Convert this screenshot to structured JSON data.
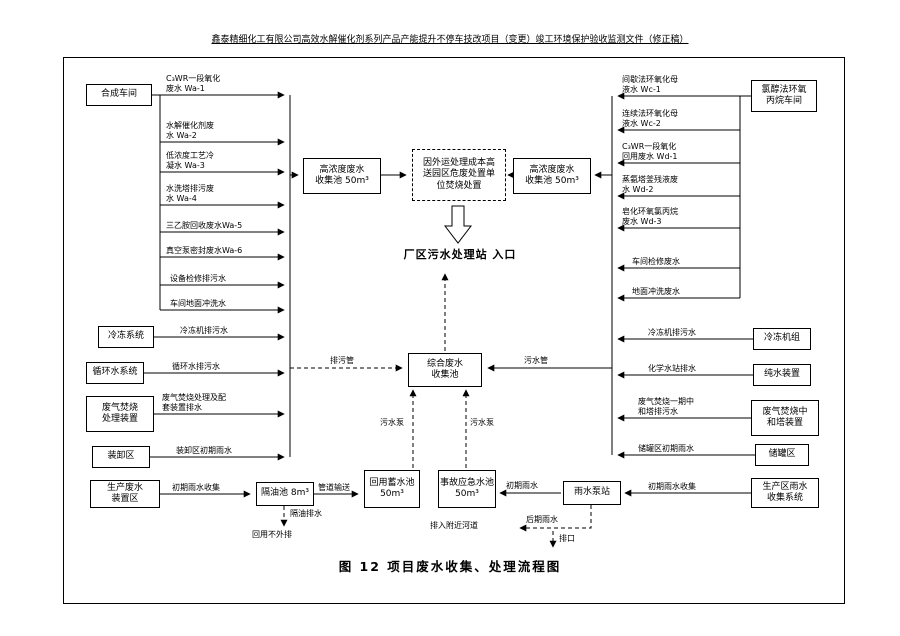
{
  "page": {
    "header": "鑫泰精细化工有限公司高效水解催化剂系列产品产能提升不停车技改项目（变更）竣工环境保护验收监测文件（修正稿）",
    "title": "图 12    项目废水收集、处理流程图",
    "entrance_label": "厂区污水处理站 入口"
  },
  "boxes": {
    "synthesis_workshop": "合成车间",
    "high_conc_pool_left": "高浓度废水\n收集池 50m³",
    "offsite_disposal_note": "因外运处理成本高\n送园区危废处置单\n位焚烧处置",
    "high_conc_pool_right": "高浓度废水\n收集池 50m³",
    "epoxy_workshop": "氯醇法环氧\n丙烷车间",
    "refrigeration_system": "冷冻系统",
    "circulating_water_system": "循环水系统",
    "flue_gas_incinerator": "废气焚烧\n处理装置",
    "loading_area": "装卸区",
    "production_area": "生产废水\n装置区",
    "oil_separator": "隔油池 8m³",
    "reuse_pool": "回用蓄水池\n50m³",
    "emergency_pool": "事故应急水池\n50m³",
    "comprehensive_pool": "综合废水\n收集池",
    "rain_pump_station": "雨水泵站",
    "rain_collection_system": "生产区雨水\n收集系统",
    "chiller_unit": "冷冻机组",
    "pure_water_unit": "纯水装置",
    "scrubber_tower_unit": "废气焚烧中\n和塔装置",
    "tank_farm": "储罐区"
  },
  "streams": {
    "left_top": [
      "C₃WR一段氧化\n废水 Wa-1",
      "水解催化剂废\n水 Wa-2",
      "低浓度工艺冷\n凝水 Wa-3",
      "水洗塔排污废\n水 Wa-4",
      "三乙胺回收废水Wa-5",
      "真空泵密封废水Wa-6",
      "设备检修排污水",
      "车间地面冲洗水"
    ],
    "right_top": [
      "间歇法环氧化母\n液水 Wc-1",
      "连续法环氧化母\n液水 Wc-2",
      "C₃WR一段氧化\n回用废水 Wd-1",
      "蒸氨塔釜残液废\n水 Wd-2",
      "皂化环氧氯丙烷\n废水 Wd-3",
      "车间检修废水",
      "地面冲洗废水"
    ],
    "mid_left": [
      "冷冻机排污水",
      "循环水排污水",
      "废气焚烧处理及配\n套装置排水",
      "装卸区初期雨水"
    ],
    "mid_right": [
      "冷冻机排污水",
      "化学水站排水",
      "废气焚烧一期中\n和塔排污水",
      "储罐区初期雨水"
    ],
    "bottom": {
      "initial_rain_collect_left": "初期雨水收集",
      "pipe_transport": "管道输送",
      "oil_separator_drain": "隔油排水",
      "reuse_note": "回用不外排",
      "initial_rain": "初期雨水",
      "initial_rain_collect_right": "初期雨水收集",
      "late_rain": "后期雨水",
      "river_discharge": "排入附近河道",
      "outfall": "排口"
    },
    "pipes": {
      "drain_pipe_left": "排污管",
      "sewage_pipe_right": "污水管",
      "sewage_pump_left": "污水泵",
      "sewage_pump_right": "污水泵"
    }
  }
}
